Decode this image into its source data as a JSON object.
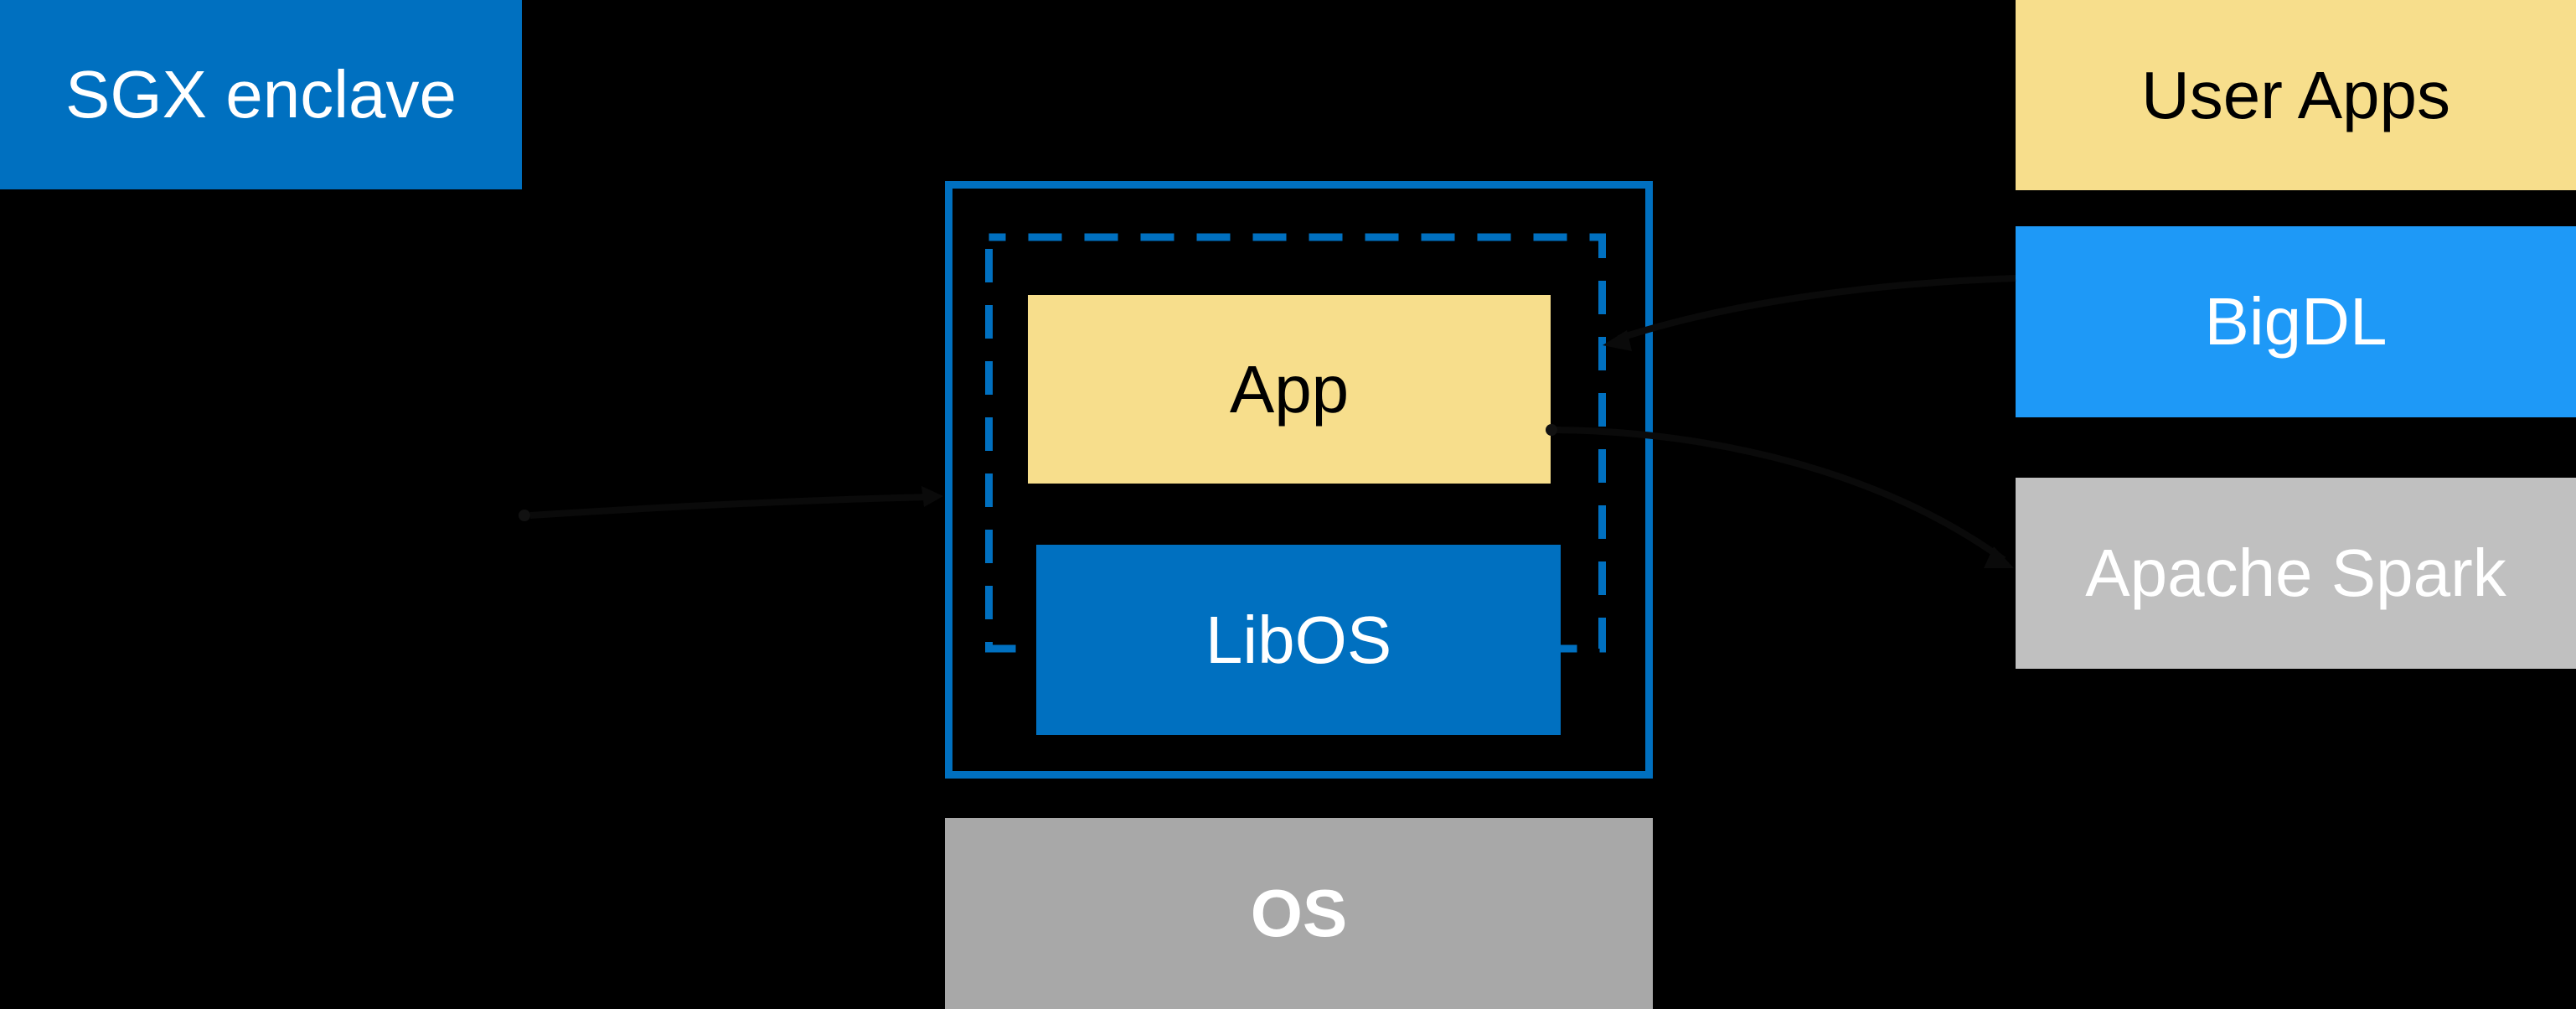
{
  "canvas": {
    "background": "#000000"
  },
  "palette": {
    "intel_blue": "#0070C0",
    "bright_blue": "#1E99F7",
    "pale_gold": "#F7DE8C",
    "light_gray": "#C0C0C0",
    "mid_gray": "#A8A8A8",
    "connector_black": "#0A0A0A",
    "text_white": "#FFFFFF",
    "text_black": "#000000"
  },
  "left": {
    "sgx_label": "SGX enclave"
  },
  "enclave_stack": {
    "app_label": "App",
    "libos_label": "LibOS",
    "os_label": "OS"
  },
  "right_stack": {
    "user_apps_label": "User Apps",
    "bigdl_label": "BigDL",
    "apache_spark_label": "Apache Spark"
  }
}
